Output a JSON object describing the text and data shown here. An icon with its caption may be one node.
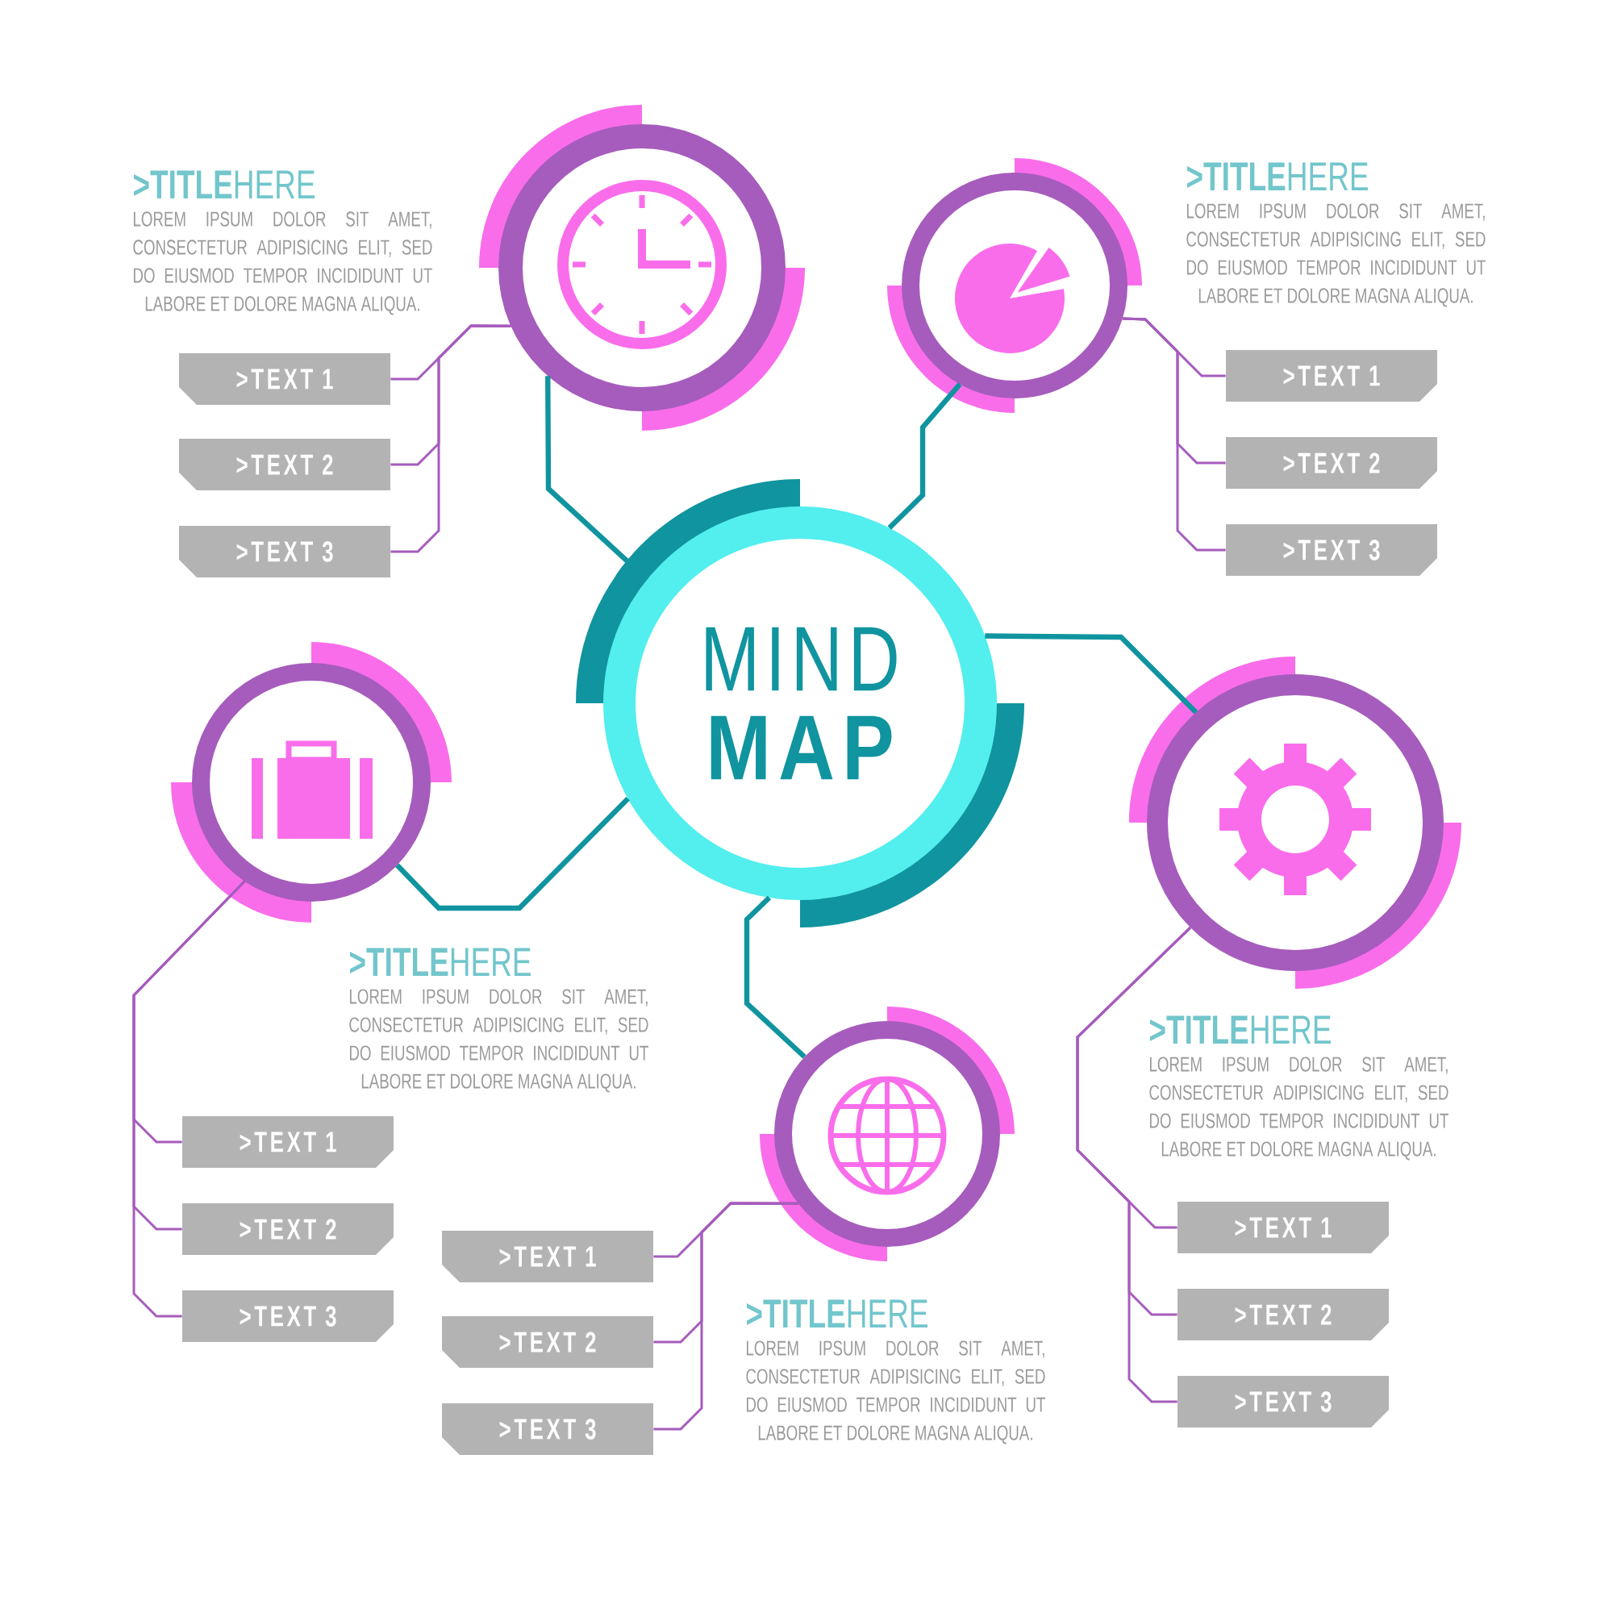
{
  "diagram": {
    "nodes": [
      {
        "text": [
          "MIND",
          "MAP"
        ]
      },
      {
        "text": [],
        "shape": "circle",
        "beside": [
          "**>TITLE**HERE",
          "LOREM IPSUM DOLOR SIT AMET, CONSECTETUR ADIPISICING ELIT, SED DO EIUSMOD TEMPOR INCIDIDUNT UT LABORE ET DOLORE MAGNA ALIQUA."
        ]
      },
      {
        "text": [
          ">TEXT 1"
        ]
      },
      {
        "text": [
          ">TEXT 2"
        ]
      },
      {
        "text": [
          ">TEXT 3"
        ]
      },
      {
        "text": [],
        "shape": "circle",
        "beside": [
          "**>TITLE**HERE",
          "LOREM IPSUM DOLOR SIT AMET, CONSECTETUR ADIPISICING ELIT, SED DO EIUSMOD TEMPOR INCIDIDUNT UT LABORE ET DOLORE MAGNA ALIQUA."
        ]
      },
      {
        "text": [
          ">TEXT 1"
        ]
      },
      {
        "text": [
          ">TEXT 2"
        ]
      },
      {
        "text": [
          ">TEXT 3"
        ]
      },
      {
        "text": [],
        "shape": "circle",
        "beside": [
          "**>TITLE**HERE"
        ]
      },
      {
        "text": [
          ">TEXT 1"
        ]
      },
      {
        "text": [
          ">TEXT 2"
        ]
      },
      {
        "text": [
          ">TEXT 3"
        ]
      },
      {
        "text": [],
        "shape": "circle",
        "beside": [
          "**>TITLE**HERE",
          "LOREM IPSUM DOLOR SIT AMET, CONSECTETUR ADIPISICING ELIT, SED DO EIUSMOD TEMPOR INCIDIDUNT UT LABORE ET DOLORE MAGNA ALIQUA."
        ]
      },
      {
        "text": [
          ">TEXT 1"
        ]
      },
      {
        "text": [
          ">TEXT 2"
        ]
      },
      {
        "text": [
          ">TEXT 3"
        ]
      },
      {
        "text": [],
        "shape": "circle",
        "beside": [
          "**>TITLE**HERE",
          "LOREM IPSUM DOLOR SIT AMET, CONSECTETUR ADIPISICING ELIT, SED DO EIUSMOD TEMPOR INCIDIDUNT UT LABORE ET DOLORE MAGNA ALIQUA."
        ]
      },
      {
        "text": [
          ">TEXT 1"
        ]
      },
      {
        "text": [
          ">TEXT 2"
        ]
      },
      {
        "text": [
          ">TEXT 3"
        ]
      }
    ],
    "edges": [
      {
        "from": 0,
        "to": 1,
        "arrow": "none",
        "style": "thick",
        "color": "#10949f"
      },
      {
        "from": 0,
        "to": 5,
        "arrow": "none",
        "style": "thick",
        "color": "#10949f"
      },
      {
        "from": 0,
        "to": 9,
        "arrow": "none",
        "style": "thick",
        "color": "#10949f"
      },
      {
        "from": 0,
        "to": 13,
        "arrow": "none",
        "style": "thick",
        "color": "#10949f"
      },
      {
        "from": 0,
        "to": 17,
        "arrow": "none",
        "style": "thick",
        "color": "#10949f"
      },
      {
        "from": 1,
        "to": 2,
        "arrow": "none"
      },
      {
        "from": 1,
        "to": 3,
        "arrow": "none"
      },
      {
        "from": 1,
        "to": 4,
        "arrow": "none"
      },
      {
        "from": 5,
        "to": 6,
        "arrow": "none"
      },
      {
        "from": 5,
        "to": 7,
        "arrow": "none"
      },
      {
        "from": 5,
        "to": 8,
        "arrow": "none"
      },
      {
        "from": 9,
        "to": 10,
        "arrow": "none"
      },
      {
        "from": 9,
        "to": 11,
        "arrow": "none"
      },
      {
        "from": 9,
        "to": 12,
        "arrow": "none"
      },
      {
        "from": 13,
        "to": 14,
        "arrow": "none"
      },
      {
        "from": 13,
        "to": 15,
        "arrow": "none"
      },
      {
        "from": 13,
        "to": 16,
        "arrow": "none"
      },
      {
        "from": 17,
        "to": 18,
        "arrow": "none"
      },
      {
        "from": 17,
        "to": 19,
        "arrow": "none"
      },
      {
        "from": 17,
        "to": 20,
        "arrow": "none"
      }
    ],
    "labels": [
      "LOREM IPSUM DOLOR SIT AMET, CONSECTETUR ADIPISICING ELIT, SED DO EIUSMOD TEMPOR INCIDIDUNT UT LABORE ET DOLORE MAGNA ALIQUA."
    ]
  }
}
